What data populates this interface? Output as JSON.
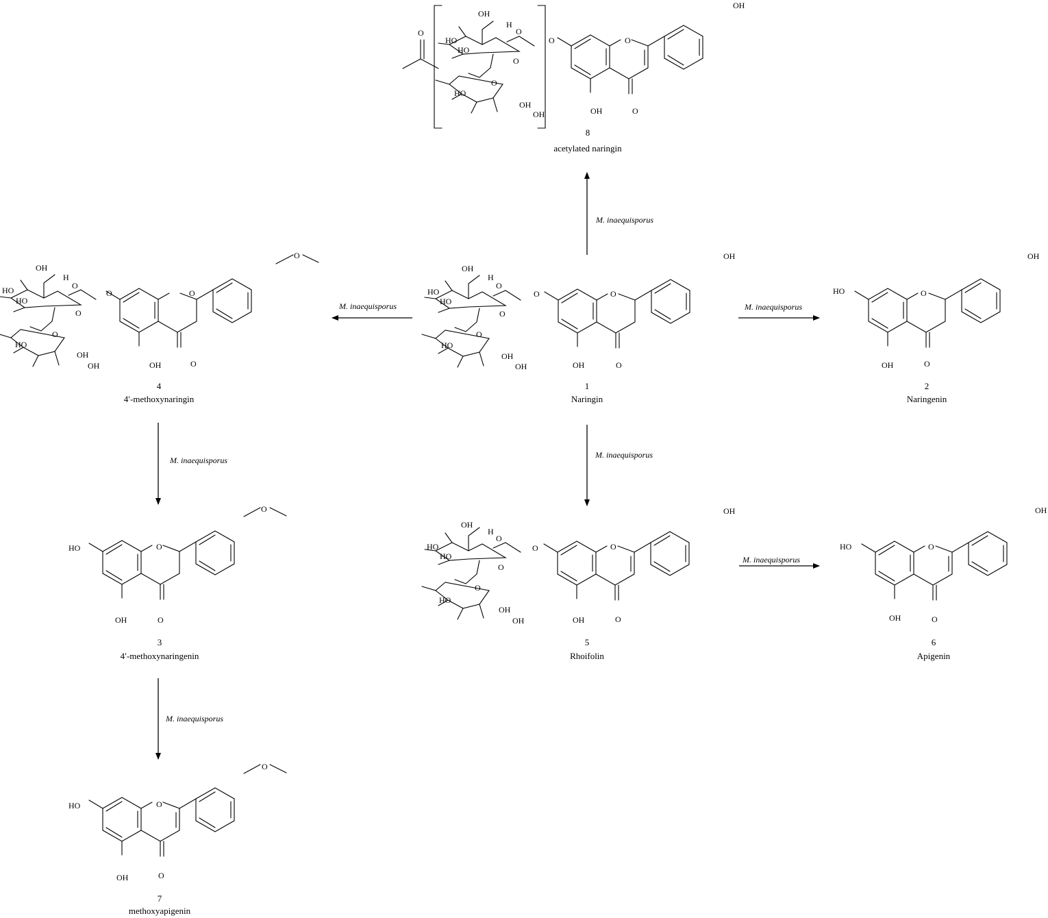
{
  "compounds": {
    "c1": {
      "number": "1",
      "name": "Naringin"
    },
    "c2": {
      "number": "2",
      "name": "Naringenin"
    },
    "c3": {
      "number": "3",
      "name": "4′-methoxynaringenin"
    },
    "c4": {
      "number": "4",
      "name": "4′-methoxynaringin"
    },
    "c5": {
      "number": "5",
      "name": "Rhoifolin"
    },
    "c6": {
      "number": "6",
      "name": "Apigenin"
    },
    "c7": {
      "number": "7",
      "name": "methoxyapigenin"
    },
    "c8": {
      "number": "8",
      "name": "acetylated naringin"
    }
  },
  "atoms": {
    "oh": "OH",
    "ho": "HO",
    "o": "O",
    "h": "H"
  },
  "reactions": {
    "r_1_8": "M. inaequisporus",
    "r_1_4": "M. inaequisporus",
    "r_1_2": "M. inaequisporus",
    "r_1_5": "M. inaequisporus",
    "r_4_3": "M. inaequisporus",
    "r_5_6": "M. inaequisporus",
    "r_3_7": "M. inaequisporus"
  },
  "colors": {
    "ink": "#000000",
    "background": "#ffffff"
  }
}
